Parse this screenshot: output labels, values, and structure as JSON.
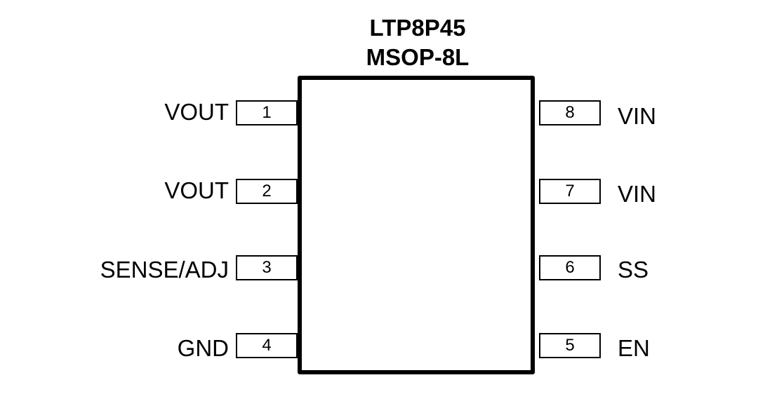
{
  "title": {
    "part_number": "LTP8P45",
    "package": "MSOP-8L"
  },
  "pins": {
    "left": [
      {
        "number": "1",
        "label": "VOUT"
      },
      {
        "number": "2",
        "label": "VOUT"
      },
      {
        "number": "3",
        "label": "SENSE/ADJ"
      },
      {
        "number": "4",
        "label": "GND"
      }
    ],
    "right": [
      {
        "number": "8",
        "label": "VIN"
      },
      {
        "number": "7",
        "label": "VIN"
      },
      {
        "number": "6",
        "label": "SS"
      },
      {
        "number": "5",
        "label": "EN"
      }
    ]
  }
}
